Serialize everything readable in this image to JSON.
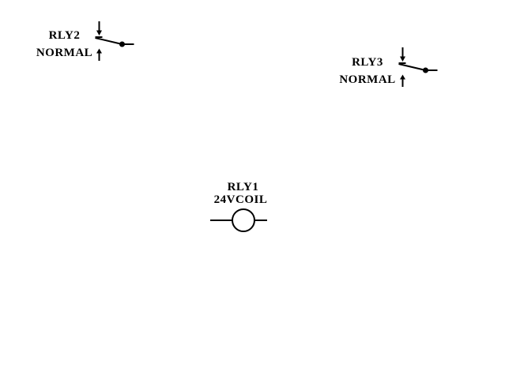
{
  "canvas": {
    "background_color": "#ffffff",
    "ink_color": "#000000"
  },
  "components": {
    "rly2": {
      "designator": "RLY2",
      "state_label": "NORMAL",
      "symbol": "spst-relay-contact-with-actuation-arrows"
    },
    "rly3": {
      "designator": "RLY3",
      "state_label": "NORMAL",
      "symbol": "spst-relay-contact-with-actuation-arrows"
    },
    "rly1": {
      "designator": "RLY1",
      "value": "24VCOIL",
      "symbol": "relay-coil-circle"
    }
  }
}
